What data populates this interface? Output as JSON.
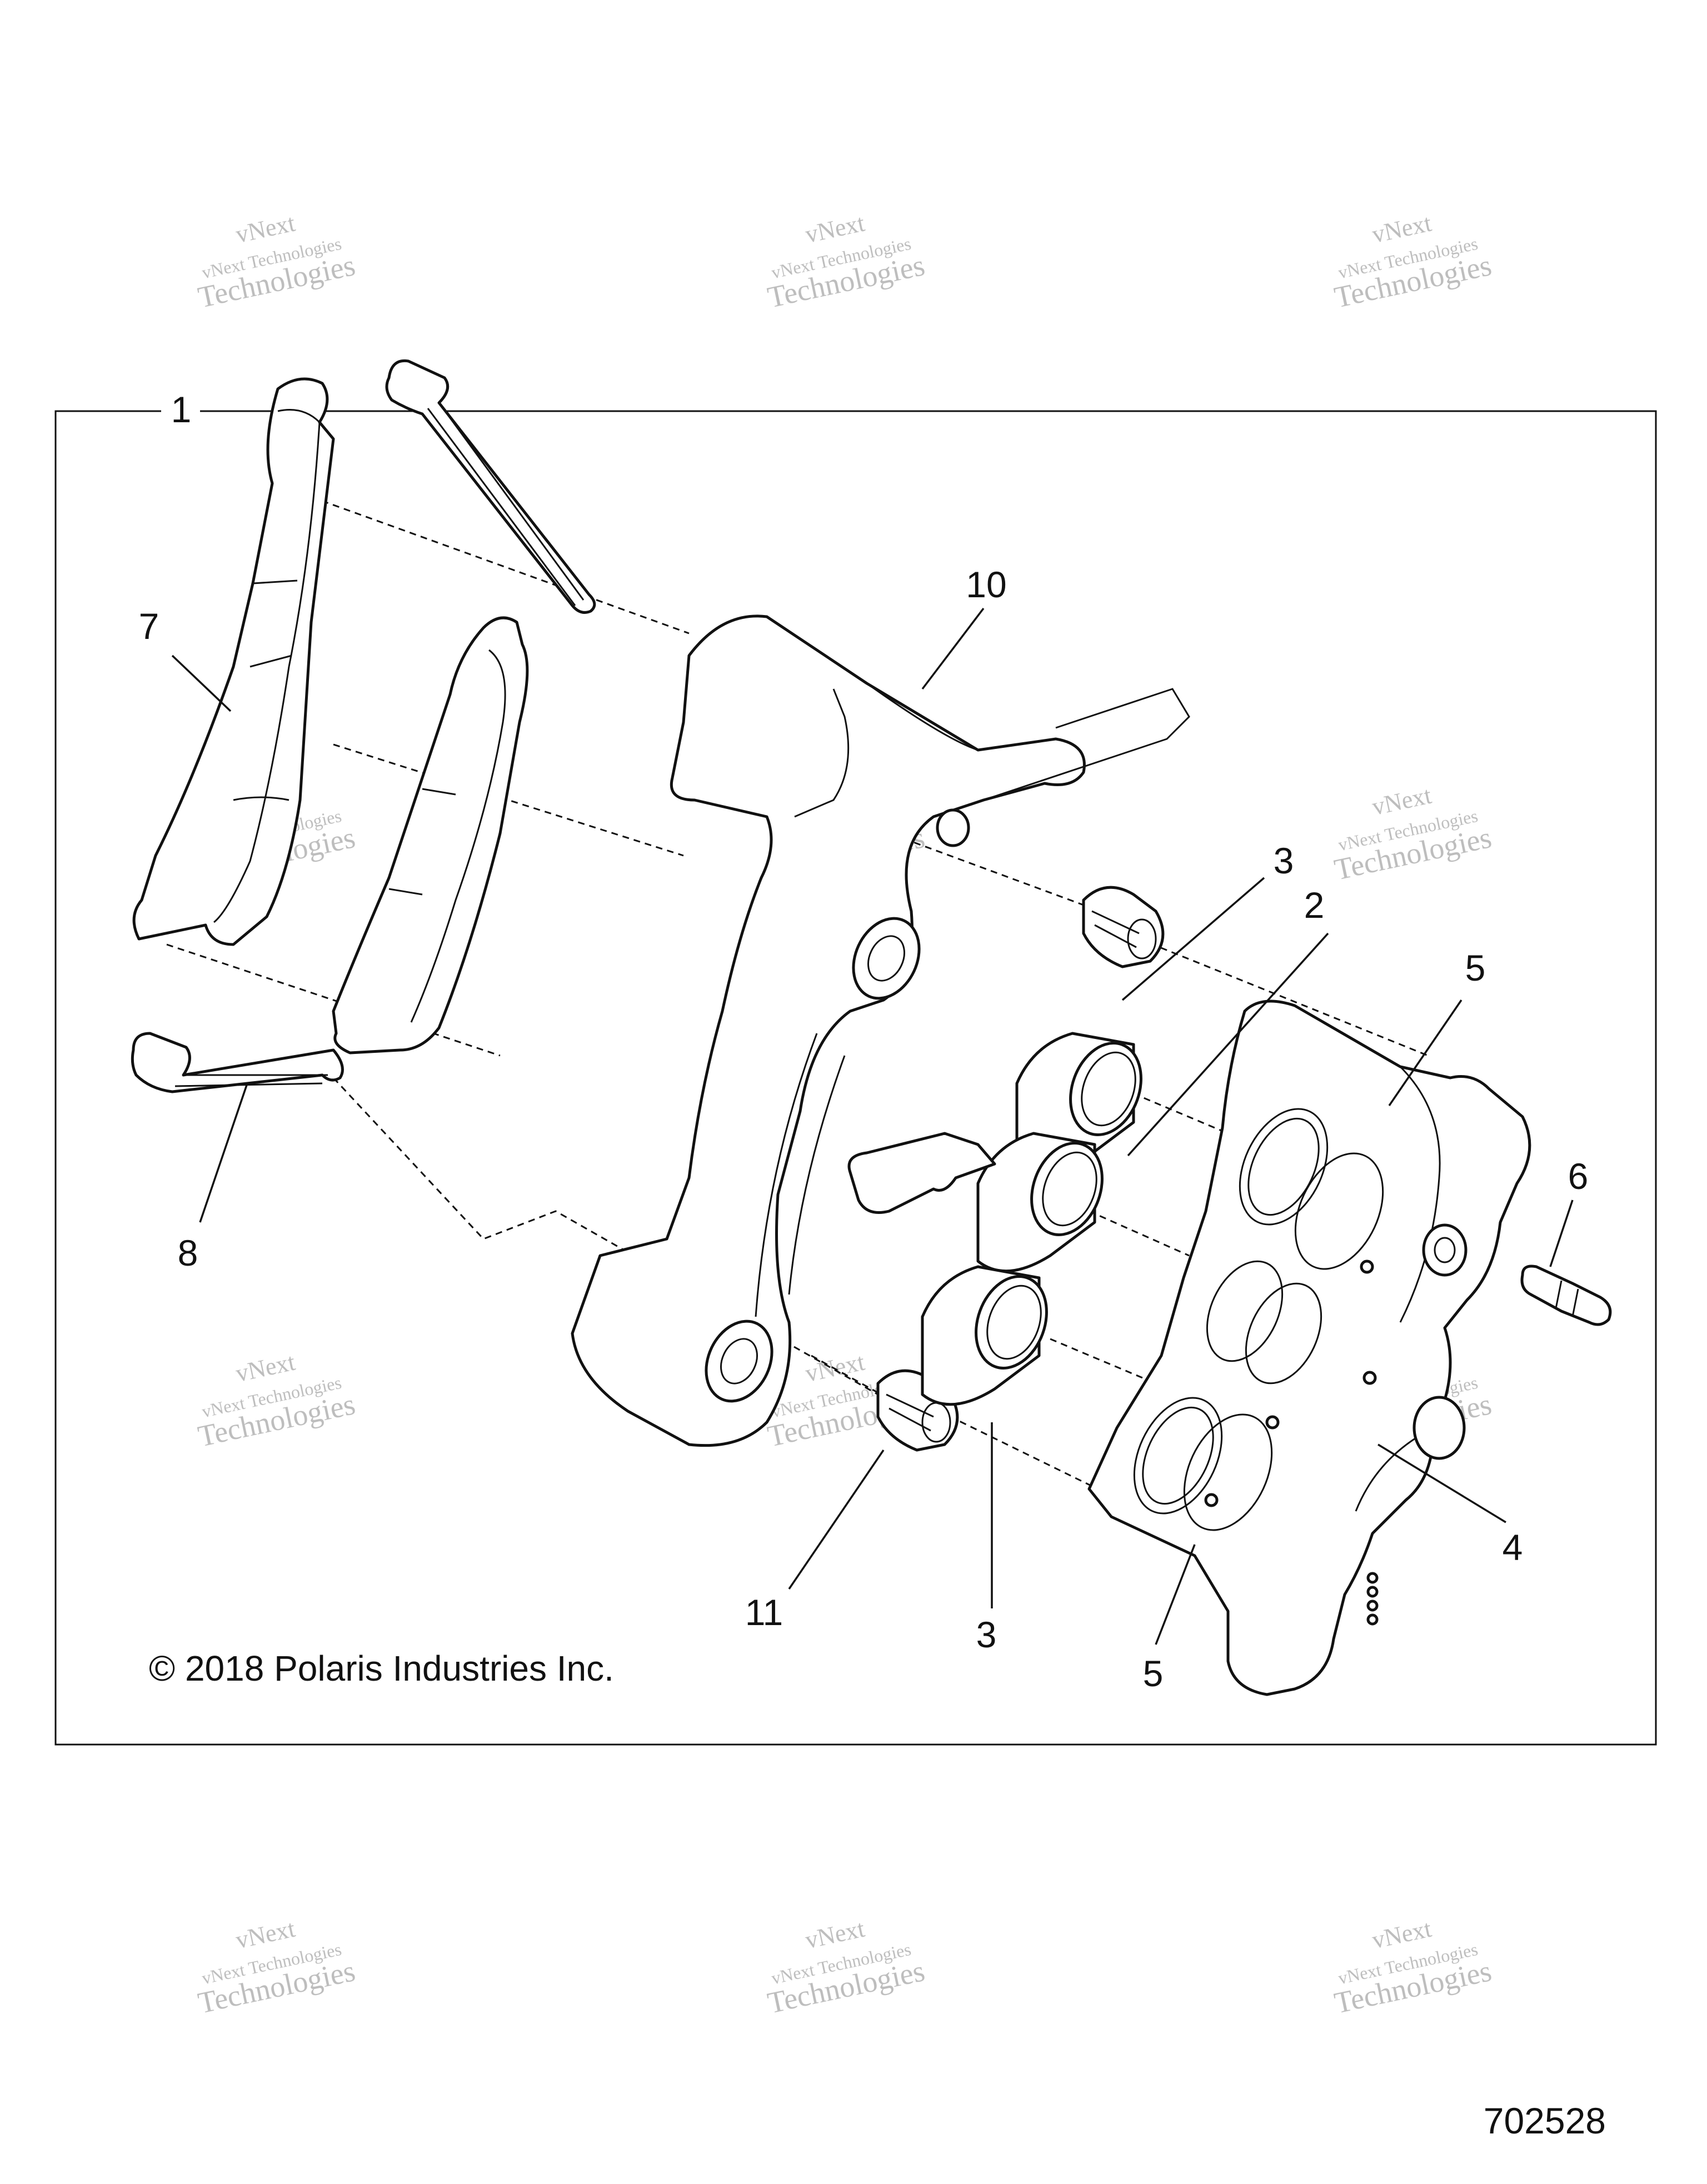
{
  "diagram": {
    "callouts": {
      "c1": "1",
      "c2": "2",
      "c3a": "3",
      "c3b": "3",
      "c4": "4",
      "c5a": "5",
      "c5b": "5",
      "c6": "6",
      "c7": "7",
      "c8": "8",
      "c10": "10",
      "c11": "11"
    },
    "copyright": "© 2018 Polaris Industries Inc.",
    "document_number": "702528"
  },
  "watermark": {
    "line1": "vNext",
    "line2": "vNext Technologies",
    "line3": "Technologies"
  },
  "colors": {
    "line": "#111111",
    "watermark": "#888888",
    "background": "#ffffff"
  }
}
